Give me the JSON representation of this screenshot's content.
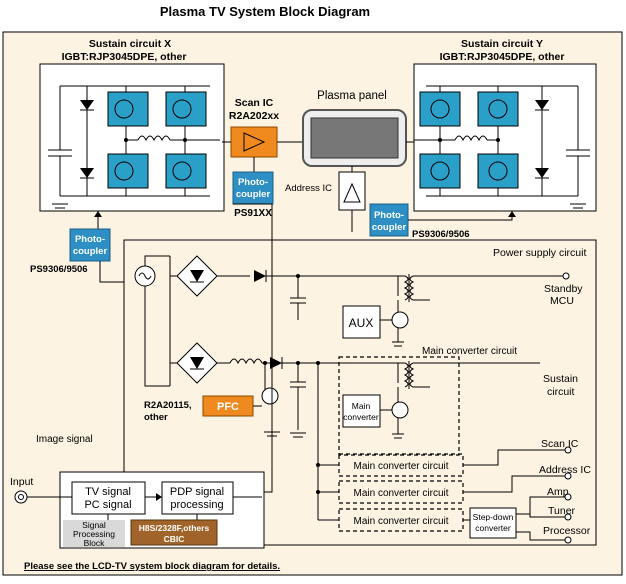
{
  "title": "Plasma TV System Block Diagram",
  "sustain_x": {
    "title": "Sustain circuit X",
    "subtitle": "IGBT:RJP3045DPE, other"
  },
  "sustain_y": {
    "title": "Sustain circuit Y",
    "subtitle": "IGBT:RJP3045DPE, other"
  },
  "scan_ic": {
    "title": "Scan IC",
    "part": "R2A202xx"
  },
  "plasma_panel": "Plasma panel",
  "address_ic": "Address IC",
  "photocoupler_label": "Photo-coupler",
  "photocoupler_line1": "Photo-",
  "photocoupler_line2": "coupler",
  "ps91xx": "PS91XX",
  "ps9306_right": "PS9306/9506",
  "ps9306_left": "PS9306/9506",
  "power_supply_circuit": "Power supply circuit",
  "standby": "Standby",
  "mcu": "MCU",
  "aux": "AUX",
  "main_converter_circuit": "Main converter circuit",
  "sustain": "Sustain",
  "circuit": "circuit",
  "main_converter_block_line1": "Main",
  "main_converter_block_line2": "converter",
  "r2a20115": "R2A20115,",
  "other": "other",
  "pfc": "PFC",
  "image_signal": "Image signal",
  "scan_ic_out": "Scan IC",
  "address_ic_out": "Address IC",
  "amp": "Amp",
  "tuner": "Tuner",
  "processor": "Processor",
  "converters": [
    "Main converter circuit",
    "Main converter circuit",
    "Main converter circuit"
  ],
  "step_down_line1": "Step-down",
  "step_down_line2": "converter",
  "input": "Input",
  "tv_signal": "TV signal",
  "pc_signal": "PC signal",
  "pdp_line1": "PDP signal",
  "pdp_line2": "processing",
  "signal_processing_line1": "Signal",
  "signal_processing_line2": "Processing",
  "signal_processing_line3": "Block",
  "cbic_line1": "H8S/2328F,others",
  "cbic_line2": "CBIC",
  "footer_note": "Please see the LCD-TV system block diagram for details.",
  "colors": {
    "igbt": "#2aa0c8",
    "photocoupler": "#2e8fc4",
    "accent_orange": "#f08a1e",
    "cbic_brown": "#a0642a",
    "frame_bg": "#fcf3e3"
  }
}
